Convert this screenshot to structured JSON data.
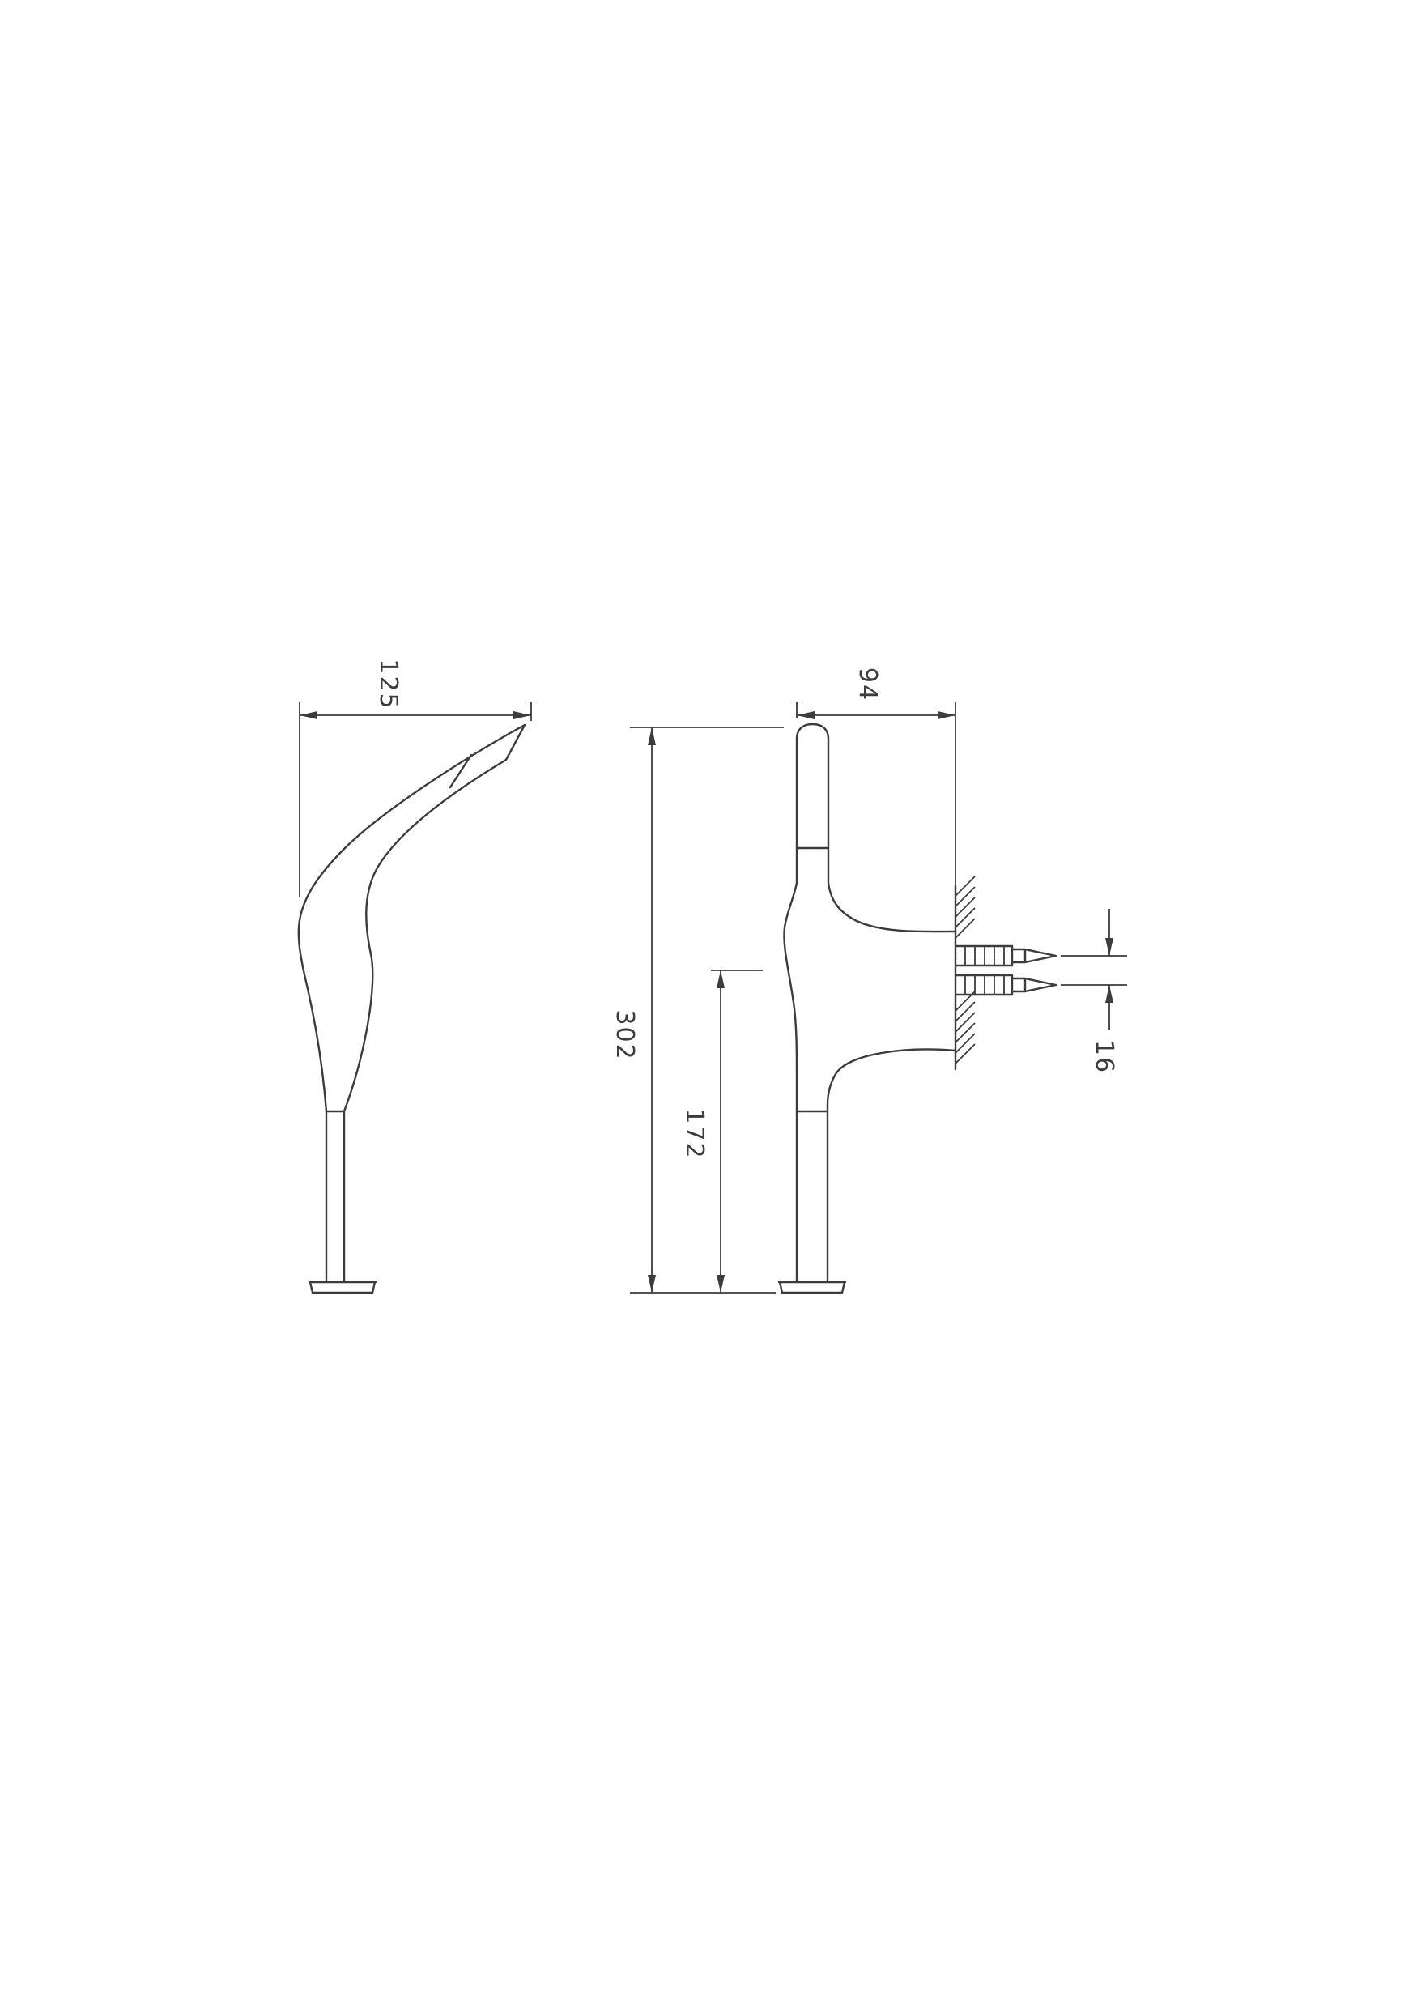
{
  "page": {
    "background": "#ffffff"
  },
  "drawing": {
    "line_color": "#3c3c3c",
    "labels": {
      "front_width": "125",
      "side_depth": "94",
      "overall_height": "302",
      "supply_height": "172",
      "supply_spacing": "16"
    }
  }
}
